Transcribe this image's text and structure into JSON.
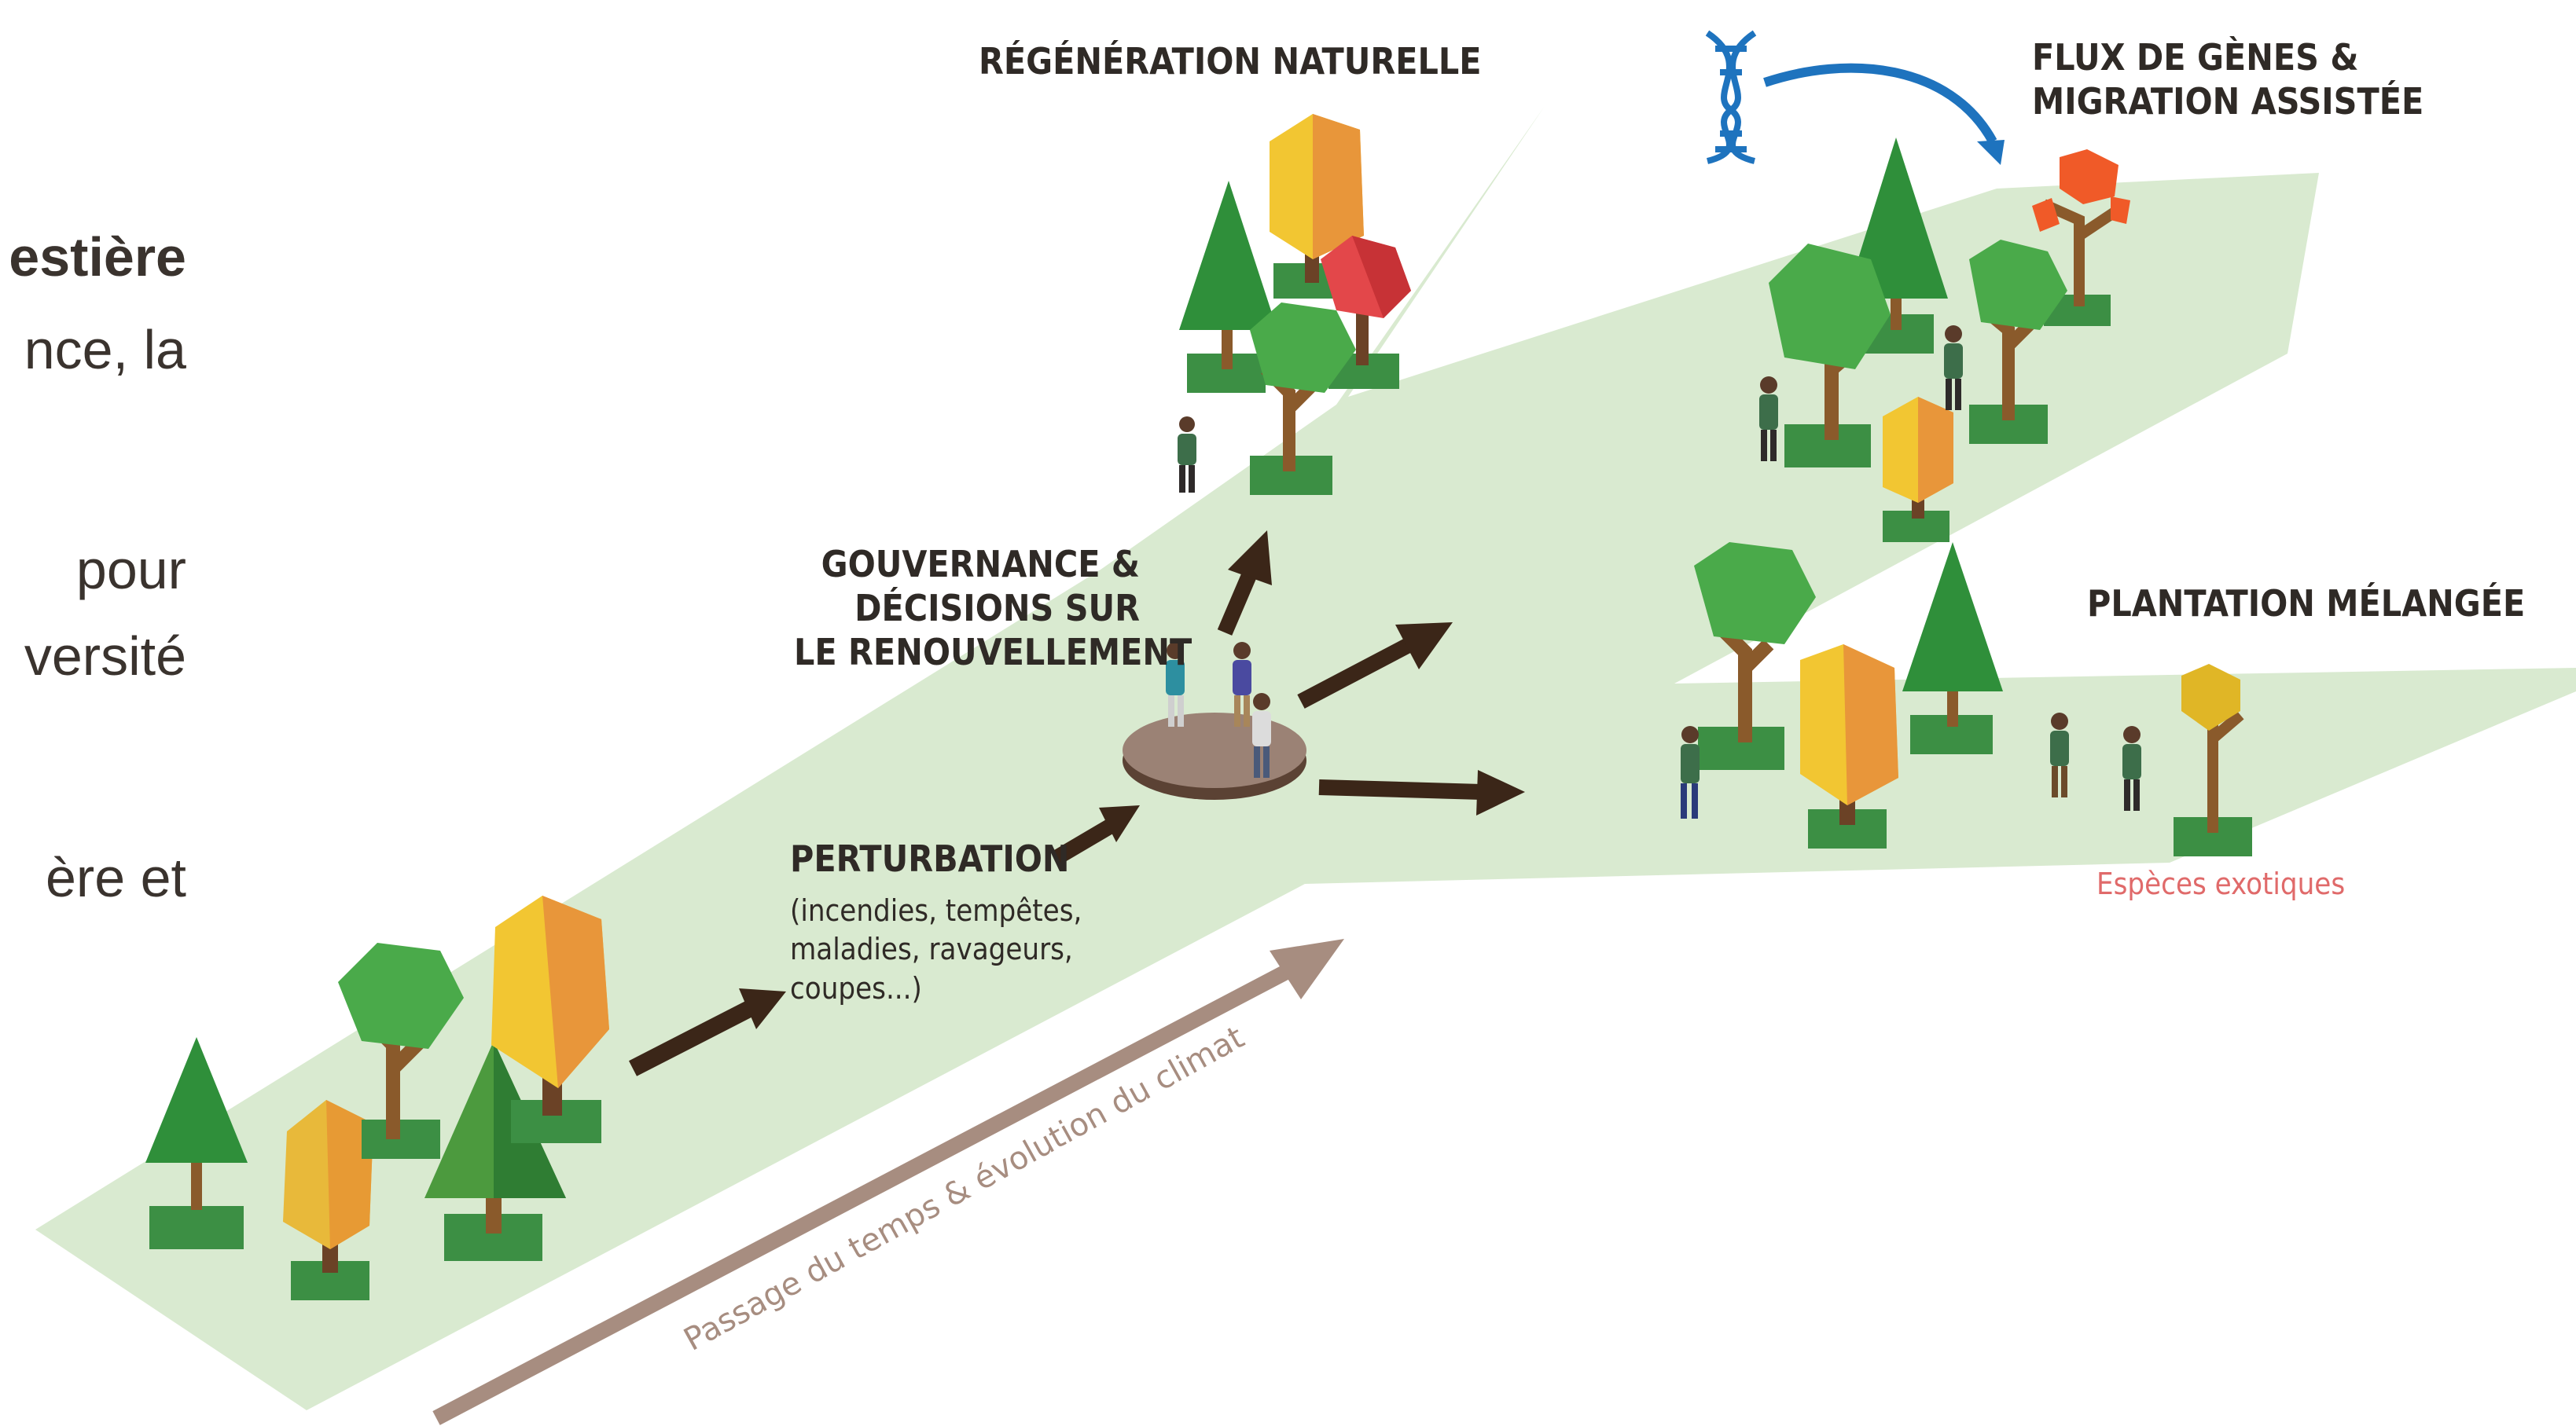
{
  "side_text": [
    "estière",
    "nce, la",
    "pour",
    "versité",
    "ère et"
  ],
  "labels": {
    "natural_regen": "RÉGÉNÉRATION NATURELLE",
    "gene_flow": [
      "FLUX DE GÈNES &",
      "MIGRATION ASSISTÉE"
    ],
    "governance": [
      "GOUVERNANCE &",
      "DÉCISIONS SUR",
      "LE RENOUVELLEMENT"
    ],
    "mixed_planting": "PLANTATION MÉLANGÉE",
    "disturbance_title": "PERTURBATION",
    "disturbance_detail": [
      "(incendies, tempêtes,",
      "maladies, ravageurs,",
      "coupes...)"
    ],
    "exotic_species": "Espèces exotiques",
    "time_axis": "Passage du temps & évolution du climat"
  },
  "icons": [
    "dna-icon",
    "curved-arrow-icon"
  ],
  "colors": {
    "path": "#d9ead0",
    "arrow": "#3b2618",
    "time_arrow": "#a78d80",
    "blue": "#1e73be",
    "exotic": "#e06a6a",
    "platform": "#9b8275"
  }
}
